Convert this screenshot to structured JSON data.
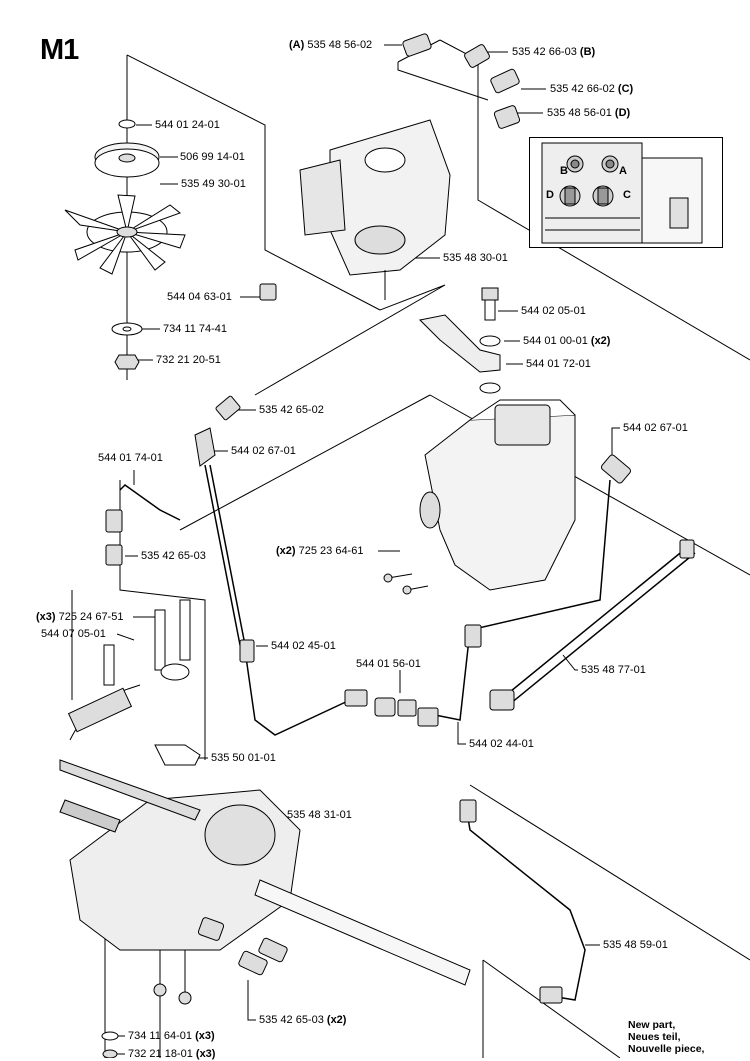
{
  "page_id": "M1",
  "callouts": [
    {
      "id": "c1",
      "prefix": "(A)",
      "number": "535 48 56-02",
      "suffix": ""
    },
    {
      "id": "c2",
      "prefix": "",
      "number": "535 42 66-03",
      "suffix": "(B)"
    },
    {
      "id": "c3",
      "prefix": "",
      "number": "535 42 66-02",
      "suffix": "(C)"
    },
    {
      "id": "c4",
      "prefix": "",
      "number": "535 48 56-01",
      "suffix": "(D)"
    },
    {
      "id": "c5",
      "prefix": "",
      "number": "544 01 24-01",
      "suffix": ""
    },
    {
      "id": "c6",
      "prefix": "",
      "number": "506 99 14-01",
      "suffix": ""
    },
    {
      "id": "c7",
      "prefix": "",
      "number": "535 49 30-01",
      "suffix": ""
    },
    {
      "id": "c8",
      "prefix": "",
      "number": "535 48 30-01",
      "suffix": ""
    },
    {
      "id": "c9",
      "prefix": "",
      "number": "544 04 63-01",
      "suffix": ""
    },
    {
      "id": "c10",
      "prefix": "",
      "number": "734 11 74-41",
      "suffix": ""
    },
    {
      "id": "c11",
      "prefix": "",
      "number": "732 21 20-51",
      "suffix": ""
    },
    {
      "id": "c12",
      "prefix": "",
      "number": "544 02 05-01",
      "suffix": ""
    },
    {
      "id": "c13",
      "prefix": "",
      "number": "544 01 00-01",
      "suffix": "(x2)"
    },
    {
      "id": "c14",
      "prefix": "",
      "number": "544 01 72-01",
      "suffix": ""
    },
    {
      "id": "c15",
      "prefix": "",
      "number": "535 42 65-02",
      "suffix": ""
    },
    {
      "id": "c16",
      "prefix": "",
      "number": "544 02 67-01",
      "suffix": ""
    },
    {
      "id": "c17",
      "prefix": "",
      "number": "544 02 67-01",
      "suffix": ""
    },
    {
      "id": "c18",
      "prefix": "",
      "number": "544 01 74-01",
      "suffix": ""
    },
    {
      "id": "c19",
      "prefix": "",
      "number": "535 42 65-03",
      "suffix": ""
    },
    {
      "id": "c20",
      "prefix": "(x2)",
      "number": "725 23 64-61",
      "suffix": ""
    },
    {
      "id": "c21",
      "prefix": "(x3)",
      "number": "725 24 67-51",
      "suffix": ""
    },
    {
      "id": "c22",
      "prefix": "",
      "number": "544 07 05-01",
      "suffix": ""
    },
    {
      "id": "c23",
      "prefix": "",
      "number": "544 02 45-01",
      "suffix": ""
    },
    {
      "id": "c24",
      "prefix": "",
      "number": "544 01 56-01",
      "suffix": ""
    },
    {
      "id": "c25",
      "prefix": "",
      "number": "535 48 77-01",
      "suffix": ""
    },
    {
      "id": "c26",
      "prefix": "",
      "number": "544 02 44-01",
      "suffix": ""
    },
    {
      "id": "c27",
      "prefix": "",
      "number": "535 50 01-01",
      "suffix": ""
    },
    {
      "id": "c28",
      "prefix": "",
      "number": "535 48 31-01",
      "suffix": ""
    },
    {
      "id": "c29",
      "prefix": "",
      "number": "535 48 59-01",
      "suffix": ""
    },
    {
      "id": "c30",
      "prefix": "",
      "number": "535 42 65-03",
      "suffix": "(x2)"
    },
    {
      "id": "c31",
      "prefix": "",
      "number": "734 11 64-01",
      "suffix": "(x3)"
    },
    {
      "id": "c32",
      "prefix": "",
      "number": "732 21 18-01",
      "suffix": "(x3)"
    }
  ],
  "inset": {
    "labels": [
      "A",
      "B",
      "C",
      "D"
    ]
  },
  "new_part_note": [
    "New part,",
    "Neues teil,",
    "Nouvelle piece,"
  ]
}
